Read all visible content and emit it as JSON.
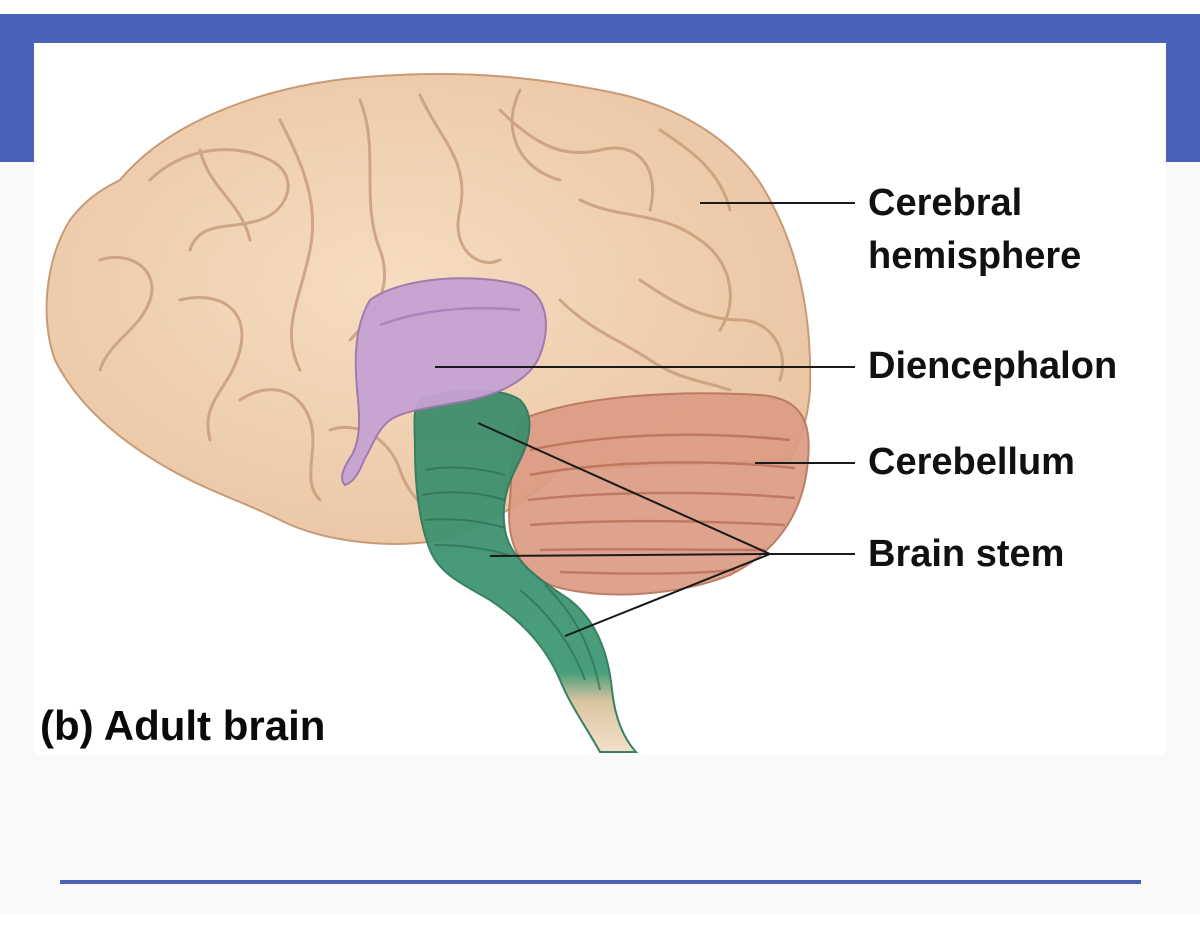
{
  "figure": {
    "caption": "(b) Adult brain",
    "labels": {
      "cerebral_line1": "Cerebral",
      "cerebral_line2": "hemisphere",
      "diencephalon": "Diencephalon",
      "cerebellum": "Cerebellum",
      "brain_stem": "Brain stem"
    }
  },
  "colors": {
    "accent_blue": "#4a63b6",
    "cerebrum": "#f1d2b2",
    "diencephalon": "#c6a2d2",
    "cerebellum": "#dc9c84",
    "brain_stem": "#4f9c7c"
  }
}
